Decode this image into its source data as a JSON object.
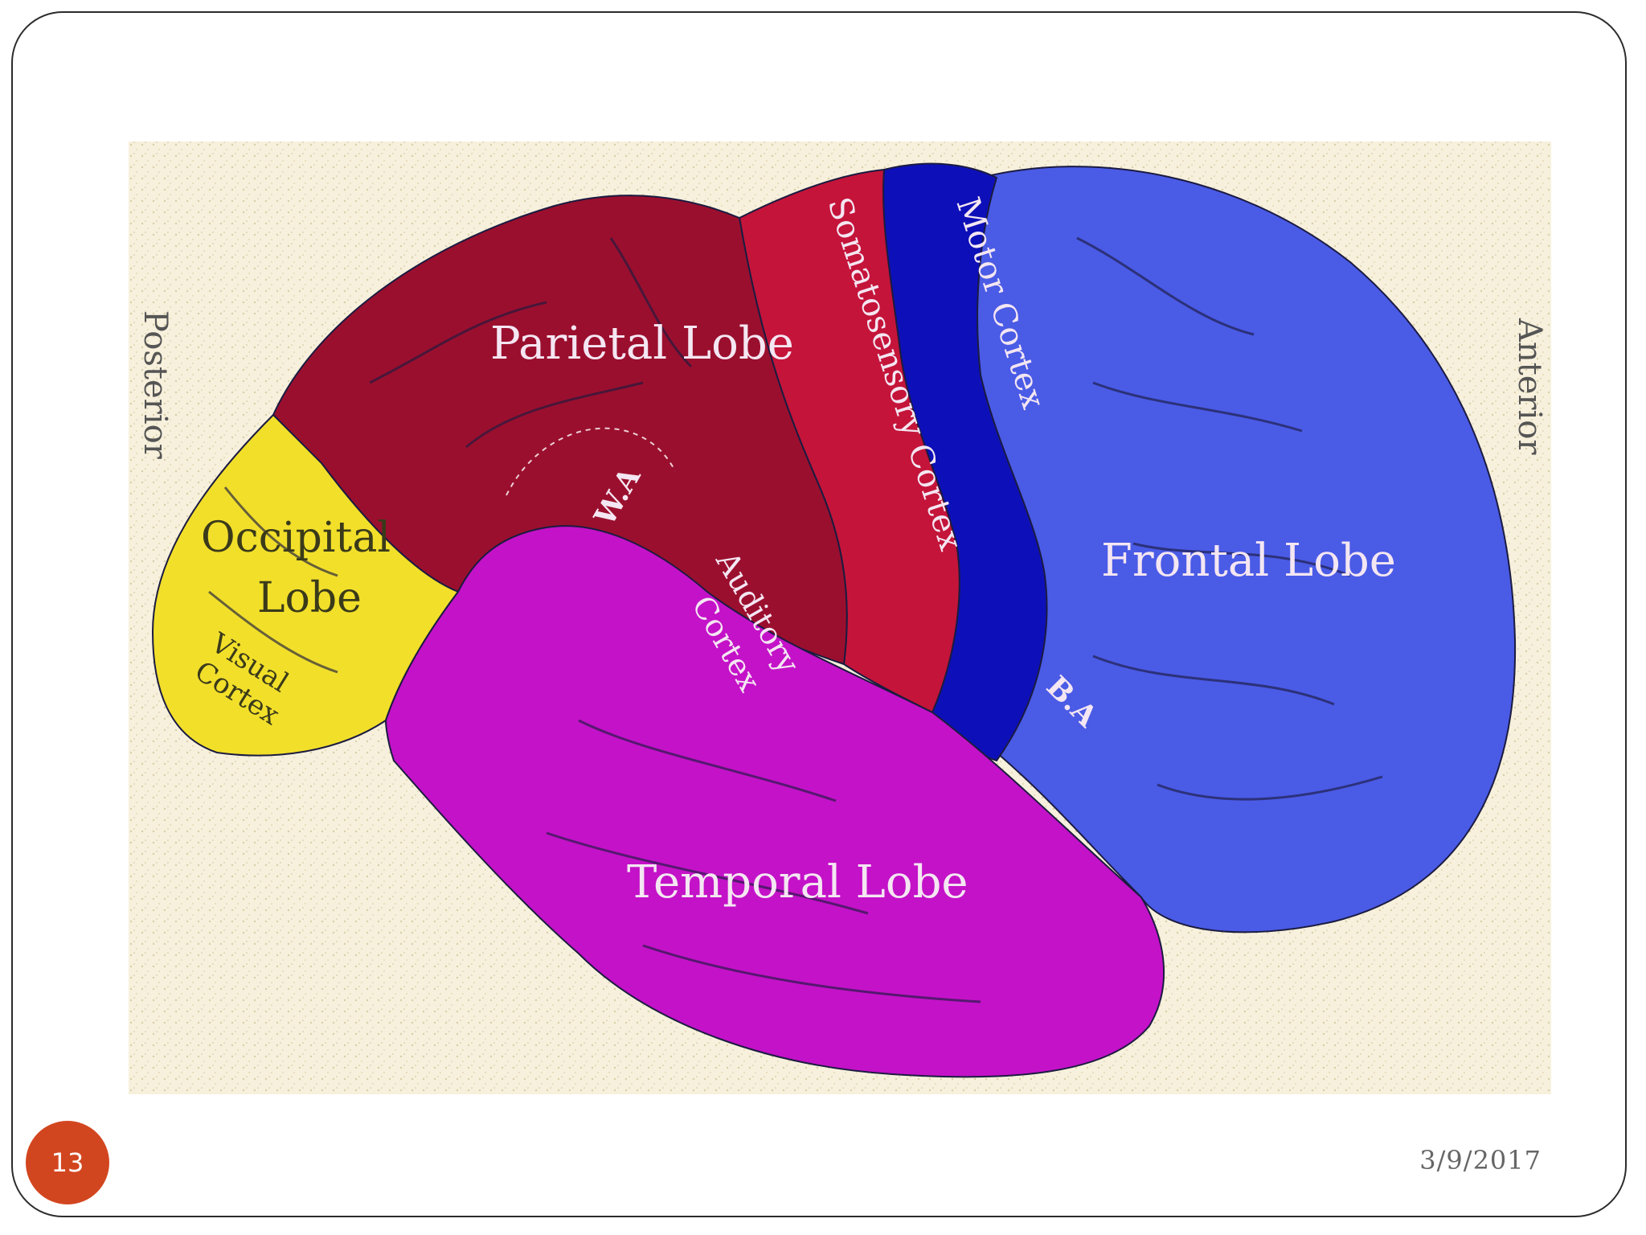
{
  "diagram": {
    "labels": {
      "parietal": "Parietal Lobe",
      "somatosensory": "Somatosensory Cortex",
      "motor": "Motor Cortex",
      "frontal": "Frontal Lobe",
      "occipital_1": "Occipital",
      "occipital_2": "Lobe",
      "visual_1": "Visual",
      "visual_2": "Cortex",
      "wa": "W.A",
      "auditory_1": "Auditory",
      "auditory_2": "Cortex",
      "ba": "B.A",
      "temporal": "Temporal Lobe",
      "posterior": "Posterior",
      "anterior": "Anterior"
    },
    "colors": {
      "background": "#f7f0dc",
      "parietal": "#9b0f2e",
      "somatosensory": "#c4143a",
      "motor": "#0d10b8",
      "frontal": "#4a5be6",
      "occipital": "#f2df2a",
      "temporal": "#c412c8"
    }
  },
  "footer": {
    "slide_number": "13",
    "date": "3/9/2017"
  }
}
